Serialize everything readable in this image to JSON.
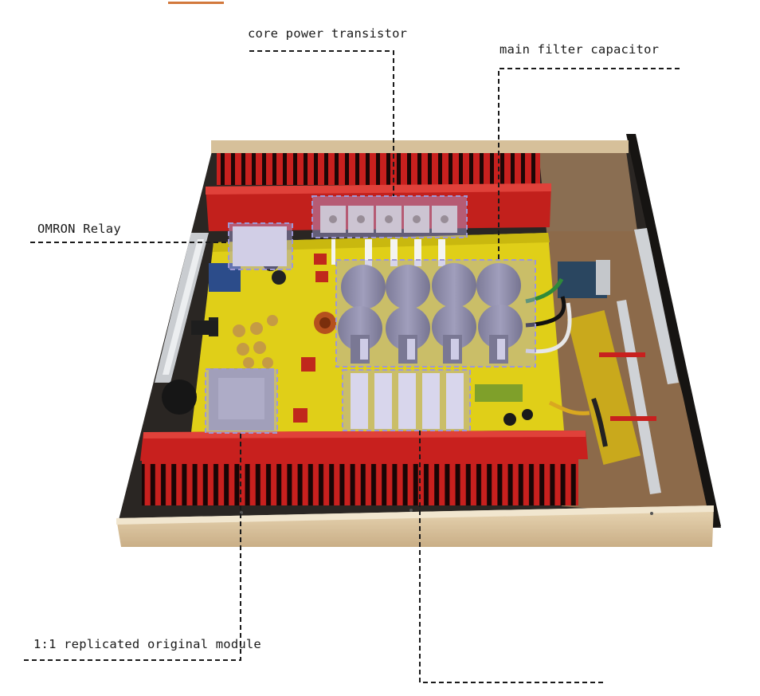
{
  "annotations": {
    "core_transistor": "core power transistor",
    "filter_capacitor": "main filter capacitor",
    "relay": "OMRON Relay",
    "module": "1:1 replicated original module"
  },
  "colors": {
    "accent": "#d2783c",
    "heatsink": "#c8201e",
    "pcb": "#e0cf18",
    "chassis_gold": "#d8c29c",
    "highlight_box": "#a9a4e0",
    "leader_line": "#1a1a1a"
  }
}
